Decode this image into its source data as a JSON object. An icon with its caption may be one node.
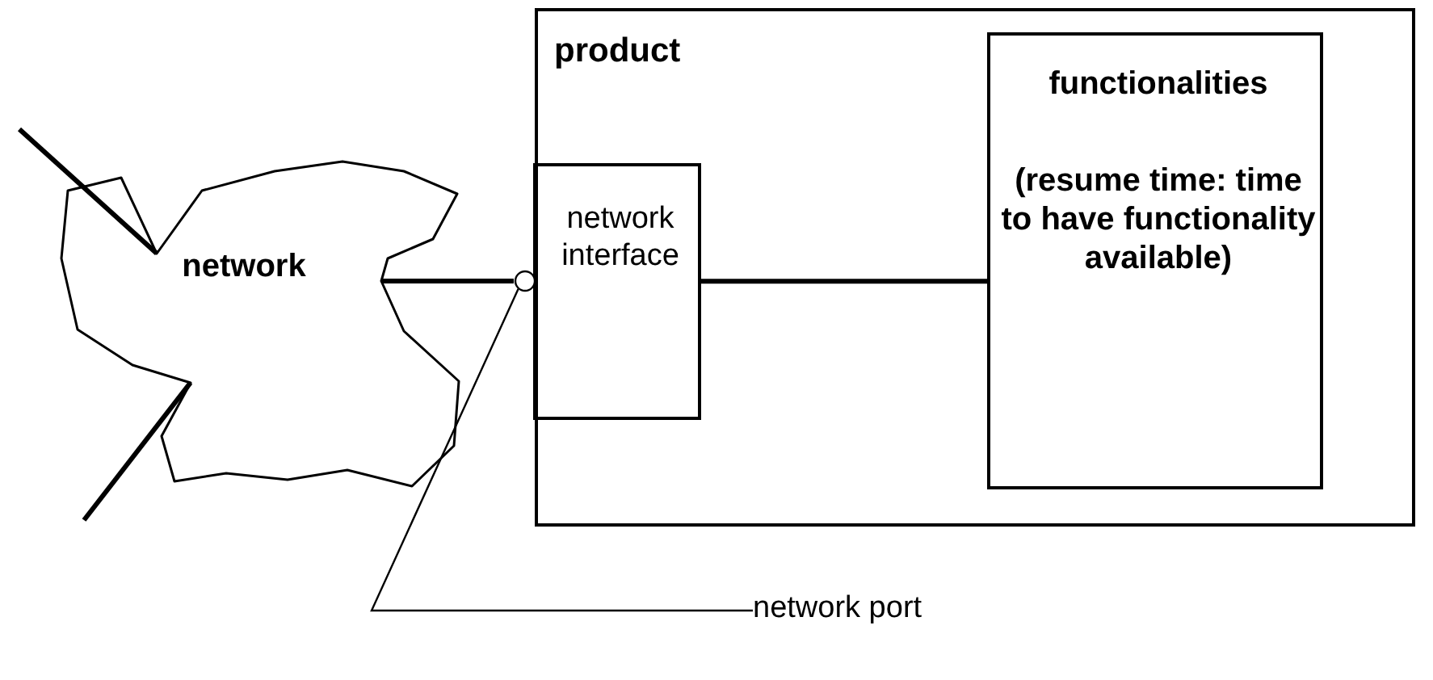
{
  "diagram": {
    "nodes": [
      {
        "text": [
          "network"
        ]
      },
      {
        "text": [
          "product"
        ]
      },
      {
        "text": [
          "network interface"
        ],
        "in": 1
      },
      {
        "text": [
          "functionalities",
          "(resume time: time to have functionality available)"
        ],
        "in": 1
      },
      {
        "text": [
          "network port"
        ]
      },
      {
        "text": [],
        "shape": "circle"
      }
    ],
    "edges": [
      {
        "from": null,
        "to": 0,
        "arrow": "none"
      },
      {
        "from": null,
        "to": 0,
        "arrow": "none"
      },
      {
        "from": 0,
        "to": 5,
        "arrow": "none"
      },
      {
        "from": 2,
        "to": 3,
        "arrow": "none"
      },
      {
        "from": 4,
        "to": 5,
        "arrow": "none"
      }
    ]
  }
}
